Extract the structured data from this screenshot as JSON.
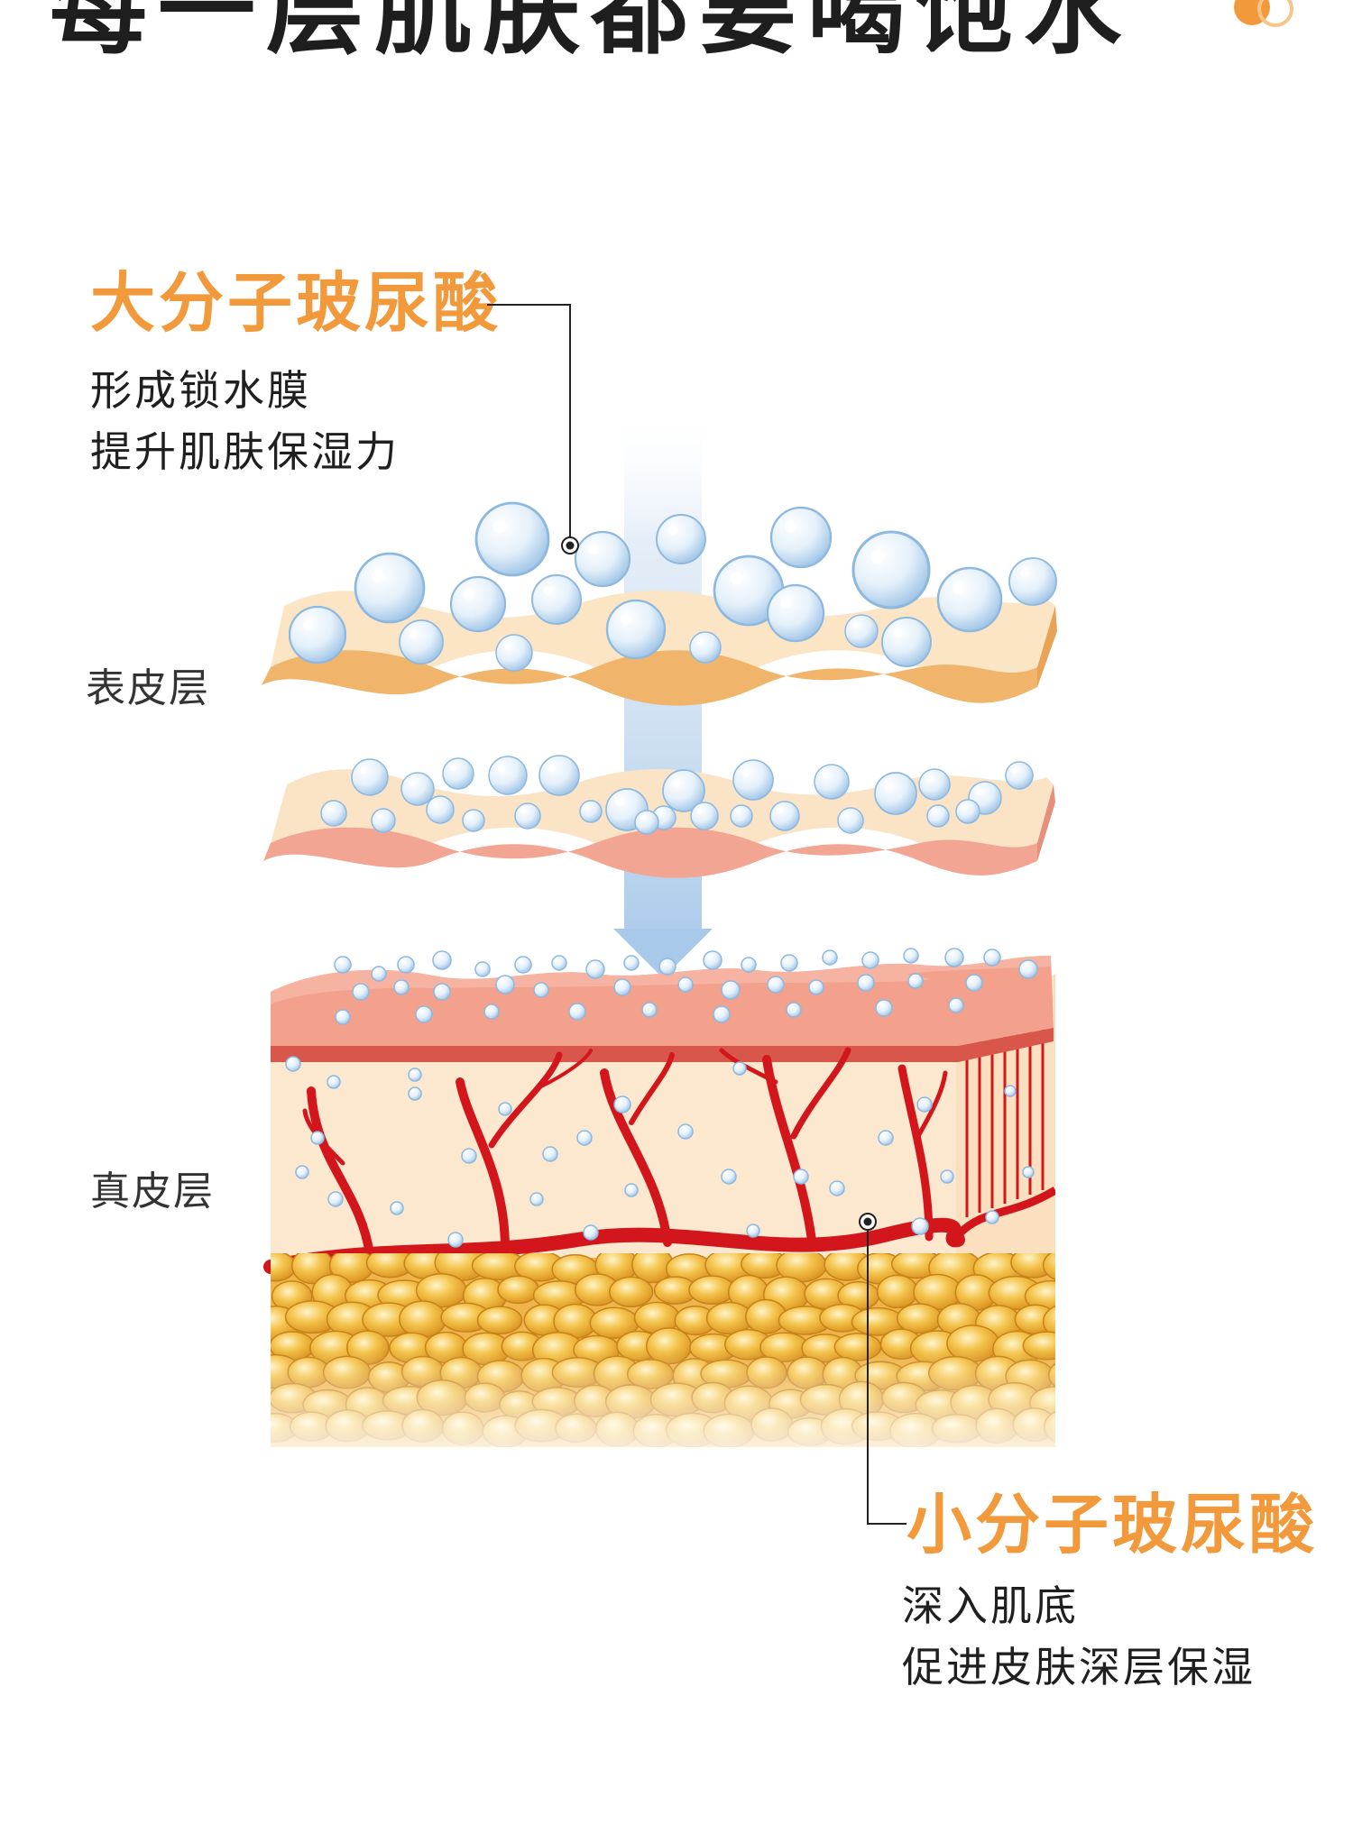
{
  "header": {
    "headline": "每一层肌肤都要喝饱水",
    "brand_dot_colors": [
      "#f29a3b",
      "#f7c48a"
    ]
  },
  "callouts": {
    "large_molecule": {
      "title": "大分子玻尿酸",
      "lines": [
        "形成锁水膜",
        "提升肌肤保湿力"
      ]
    },
    "small_molecule": {
      "title": "小分子玻尿酸",
      "lines": [
        "深入肌底",
        "促进皮肤深层保湿"
      ]
    }
  },
  "layers": {
    "epidermis_label": "表皮层",
    "dermis_label": "真皮层"
  },
  "colors": {
    "accent": "#f29a3b",
    "skin": "#fbe5c4",
    "skin_edge": "#f0b56a",
    "pink": "#f7b0a0",
    "vessel": "#d3161b",
    "fat": "#f0b53a",
    "bubble": "#cfe4f5",
    "arrow": "#a9c9ea"
  }
}
